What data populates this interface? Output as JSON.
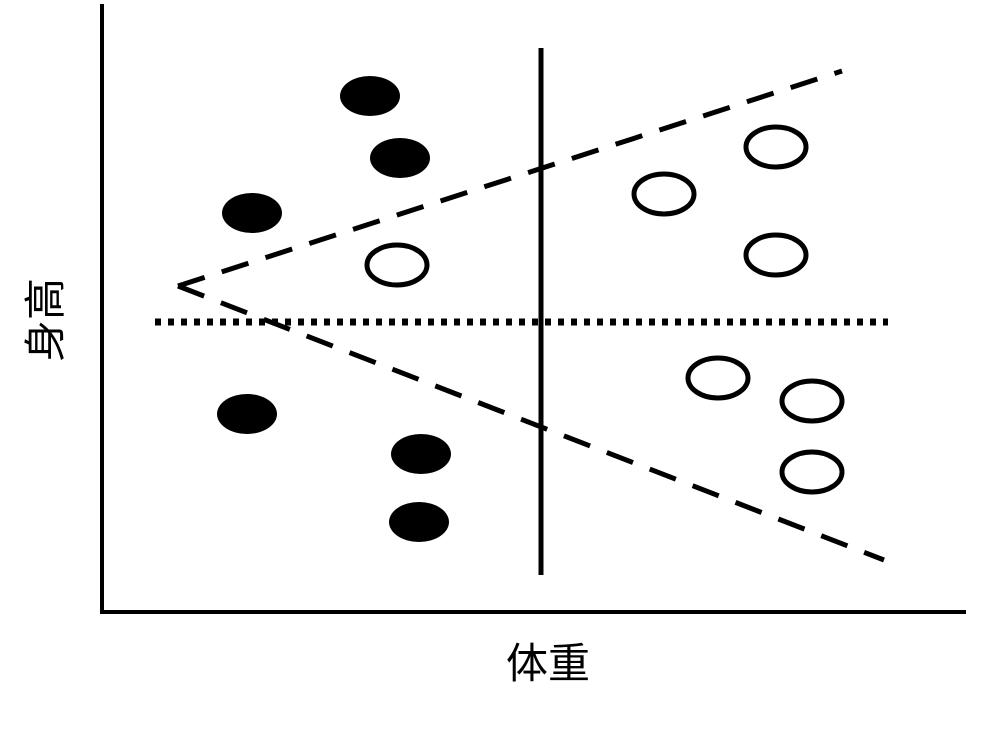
{
  "diagram": {
    "x_axis_label": "体重",
    "y_axis_label": "身高",
    "legend_note": "",
    "colors": {
      "ink": "#000000",
      "background": "#ffffff"
    },
    "point_styles": {
      "class_a": "filled-black-ellipse",
      "class_b": "hollow-outlined-ellipse"
    },
    "divider_styles": {
      "vertical_divider": "solid",
      "horizontal_divider": "dotted",
      "upper_boundary": "dashed",
      "lower_boundary": "dashed"
    }
  }
}
